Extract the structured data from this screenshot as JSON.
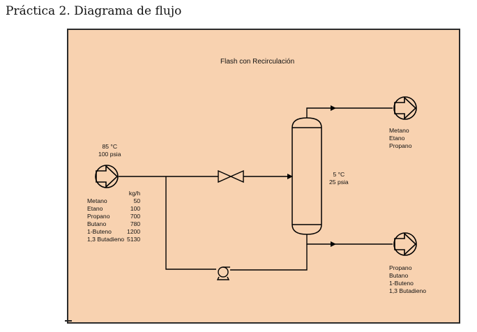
{
  "header": {
    "title": "Práctica 2. Diagrama de flujo"
  },
  "diagram": {
    "title": "Flash con Recirculación",
    "feed": {
      "temperature": "85 °C",
      "pressure": "100 psia",
      "units_header": "kg/h",
      "components": [
        {
          "name": "Metano",
          "value": "50"
        },
        {
          "name": "Etano",
          "value": "100"
        },
        {
          "name": "Propano",
          "value": "700"
        },
        {
          "name": "Butano",
          "value": "780"
        },
        {
          "name": "1-Buteno",
          "value": "1200"
        },
        {
          "name": "1,3 Butadieno",
          "value": "5130"
        }
      ]
    },
    "flash": {
      "temperature": "5 °C",
      "pressure": "25 psia"
    },
    "top_product": {
      "components": [
        "Metano",
        "Etano",
        "Propano"
      ]
    },
    "bottom_product": {
      "components": [
        "Propano",
        "Butano",
        "1-Buteno",
        "1,3 Butadieno"
      ]
    },
    "icons": [
      "feed-stream-icon",
      "valve-icon",
      "flash-drum-icon",
      "pump-icon",
      "top-product-icon",
      "bottom-product-icon"
    ],
    "colors": {
      "background": "#f8d2b0",
      "lines": "#000000"
    }
  }
}
